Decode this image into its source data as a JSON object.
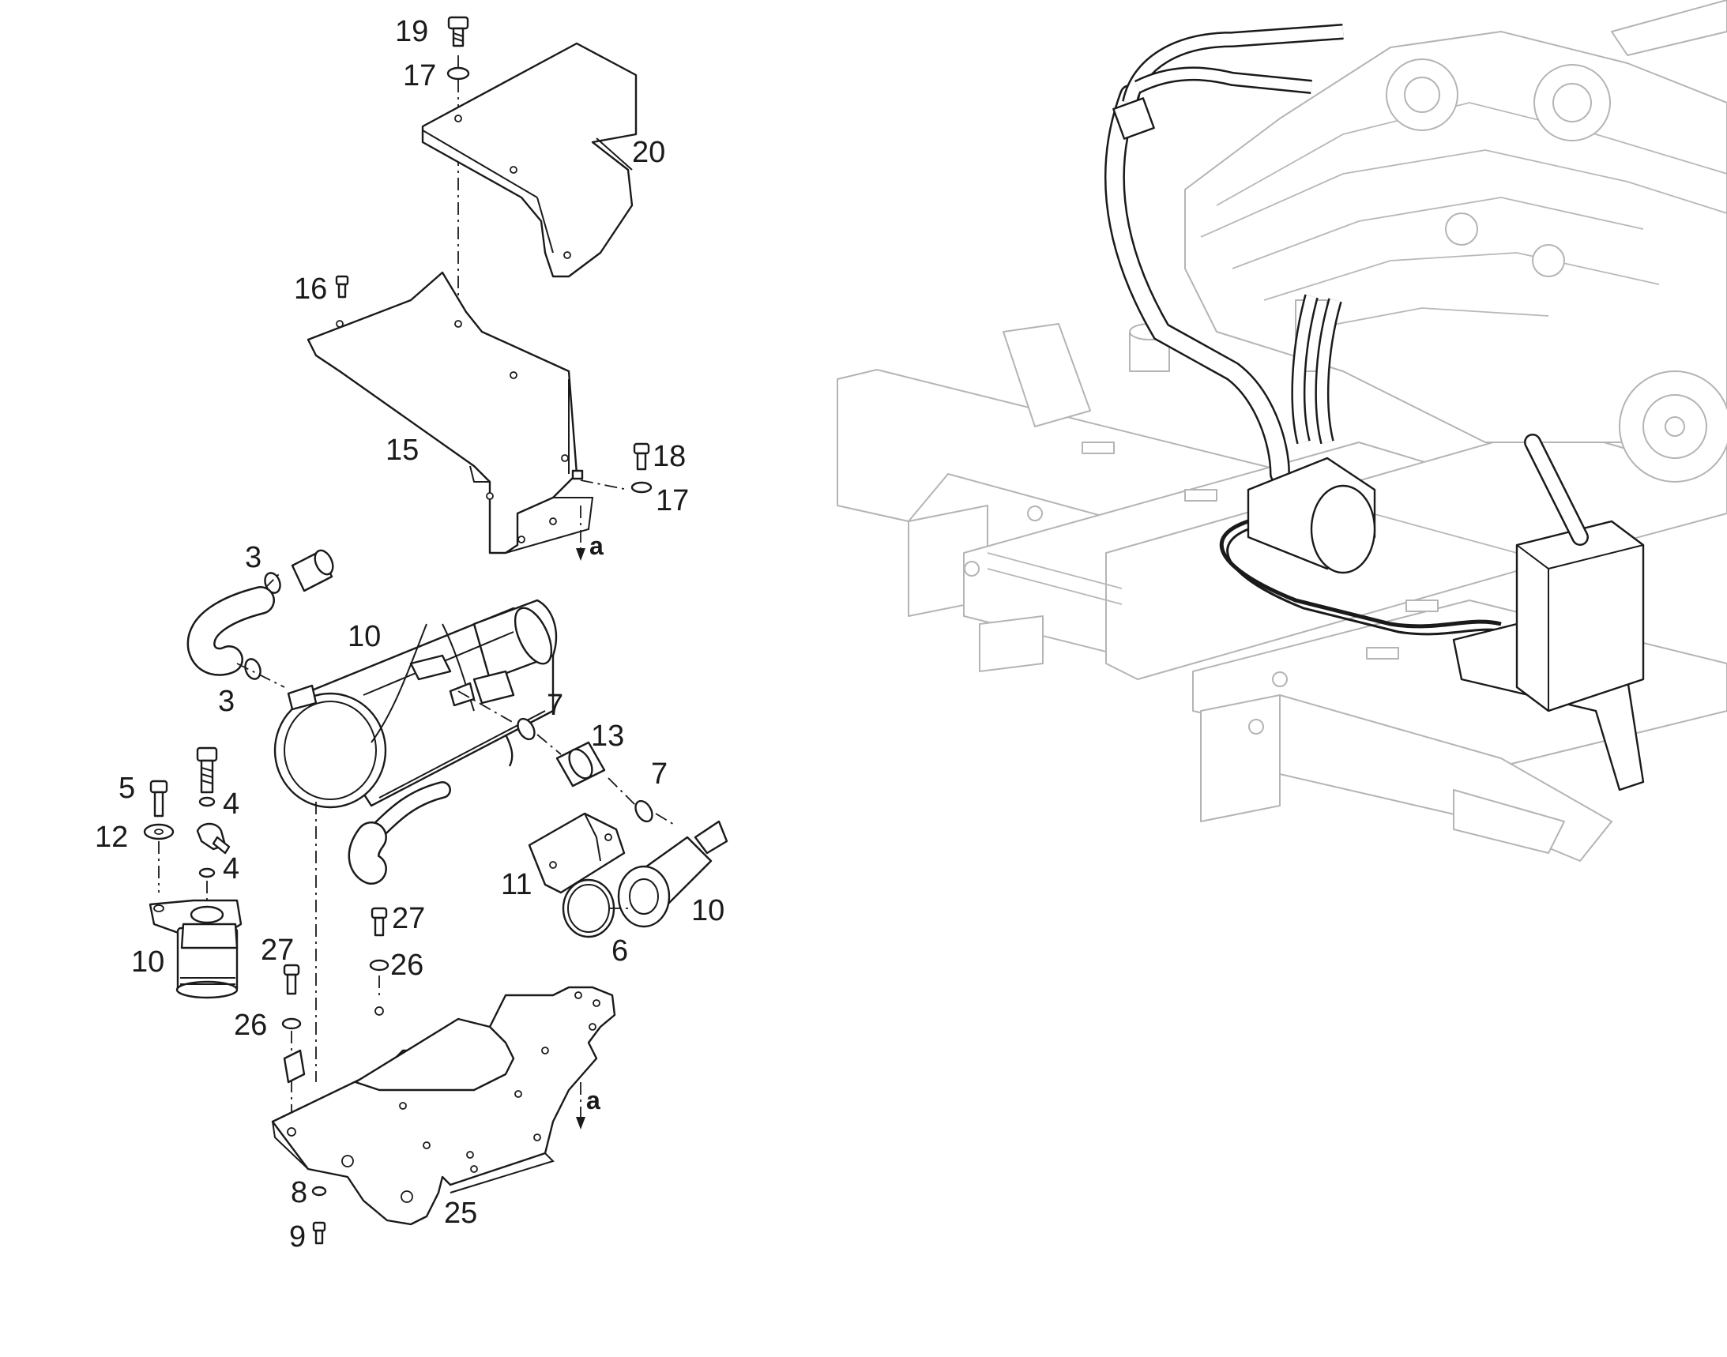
{
  "callouts": {
    "c19": "19",
    "c17a": "17",
    "c20": "20",
    "c16": "16",
    "c15": "15",
    "c18": "18",
    "c17b": "17",
    "c3a": "3",
    "c10a": "10",
    "c3b": "3",
    "c7a": "7",
    "c13": "13",
    "c7b": "7",
    "c5": "5",
    "c4a": "4",
    "c12": "12",
    "c4b": "4",
    "c11": "11",
    "c10b": "10",
    "c6": "6",
    "c10c": "10",
    "c27a": "27",
    "c27b": "27",
    "c26a": "26",
    "c26b": "26",
    "c8": "8",
    "c9": "9",
    "c25": "25"
  },
  "arrow_refs": {
    "a_top": "a",
    "a_bottom": "a"
  }
}
